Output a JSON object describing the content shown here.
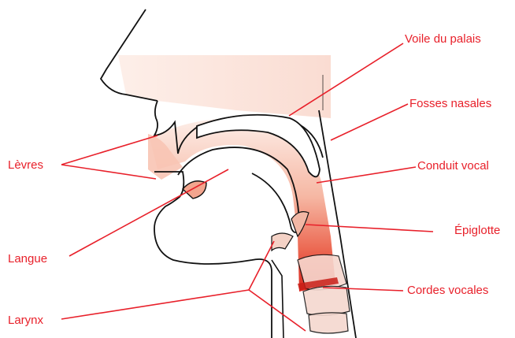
{
  "colors": {
    "label": "#e8202a",
    "outline": "#111111",
    "tract_dark": "#e0302a",
    "tract_light": "#fce4dc"
  },
  "labels": {
    "voile": "Voile du palais",
    "fosses": "Fosses nasales",
    "conduit": "Conduit vocal",
    "epiglotte": "Épiglotte",
    "cordes": "Cordes vocales",
    "levres": "Lèvres",
    "langue": "Langue",
    "larynx": "Larynx"
  }
}
